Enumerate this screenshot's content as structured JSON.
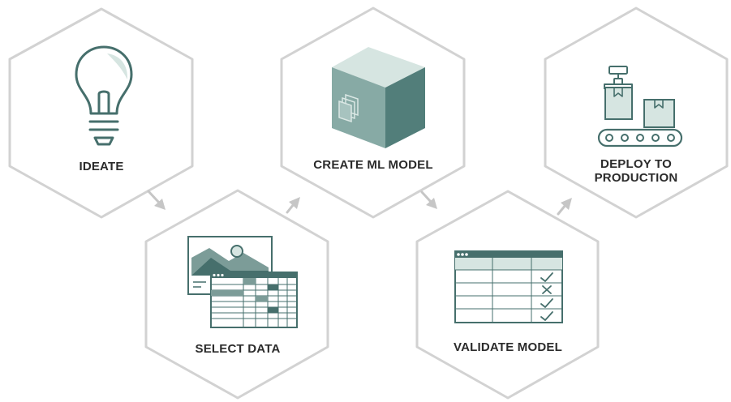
{
  "steps": [
    {
      "label": "IDEATE",
      "icon": "lightbulb-icon"
    },
    {
      "label": "SELECT DATA",
      "icon": "image-and-spreadsheet-icon"
    },
    {
      "label": "CREATE ML MODEL",
      "icon": "cube-icon"
    },
    {
      "label": "VALIDATE MODEL",
      "icon": "checklist-table-icon"
    },
    {
      "label_line1": "DEPLOY TO",
      "label_line2": "PRODUCTION",
      "icon": "conveyor-belt-icon"
    }
  ],
  "colors": {
    "hex_border": "#d2d2d2",
    "arrow": "#c6c6c6",
    "icon_dark": "#466f6c",
    "icon_mid": "#87aaa5",
    "icon_light": "#d6e5e1",
    "text": "#2b2b2b"
  }
}
